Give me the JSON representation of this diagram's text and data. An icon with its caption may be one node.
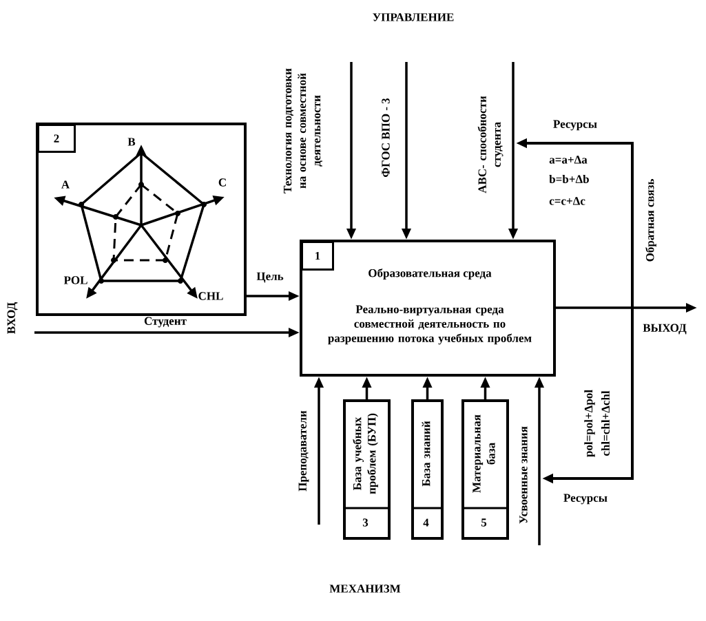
{
  "diagram": {
    "nodes": [
      {
        "text": [
          "Образовательная среда",
          "Реально-виртуальная среда совместной деятельность по разрешению потока учебных проблем"
        ]
      },
      {
        "text": [
          "1"
        ],
        "in": 0
      },
      {
        "text": [],
        "shape": "box"
      },
      {
        "text": [
          "2"
        ],
        "in": 2
      },
      {
        "text": [
          "База учебных проблем (БУП)",
          "3"
        ]
      },
      {
        "text": [
          "База знаний",
          "4"
        ]
      },
      {
        "text": [
          "Материальная база",
          "5"
        ]
      }
    ],
    "edges": [
      {
        "from": null,
        "to": 0,
        "arrow": "to",
        "label": "Технология подготовки на основе совместной деятельности"
      },
      {
        "from": null,
        "to": 0,
        "arrow": "to",
        "label": "ФГОС ВПО - 3"
      },
      {
        "from": null,
        "to": 0,
        "arrow": "to",
        "label": "ABC- способности студента"
      },
      {
        "from": 2,
        "to": 0,
        "arrow": "to",
        "label": "Цель"
      },
      {
        "from": null,
        "to": 0,
        "arrow": "to",
        "label": "Студент"
      },
      {
        "from": 0,
        "to": null,
        "arrow": "to"
      },
      {
        "from": null,
        "to": 0,
        "arrow": "to",
        "label": "Преподаватели"
      },
      {
        "from": 4,
        "to": 0,
        "arrow": "to"
      },
      {
        "from": 5,
        "to": 0,
        "arrow": "to"
      },
      {
        "from": 6,
        "to": 0,
        "arrow": "to"
      },
      {
        "from": null,
        "to": 0,
        "arrow": "to",
        "label": "Усвоенные знания"
      }
    ],
    "labels": [
      "УПРАВЛЕНИЕ",
      "B",
      "A",
      "C",
      "POL",
      "CHL",
      "Ресурсы",
      "a=a+Δa",
      "b=b+Δb",
      "c=c+Δc",
      "Обратная связь",
      "ВХОД",
      "ВЫХОД",
      "pol=pol+Δpol",
      "chl=chl+Δchl",
      "Ресурсы",
      "МЕХАНИЗМ"
    ]
  }
}
